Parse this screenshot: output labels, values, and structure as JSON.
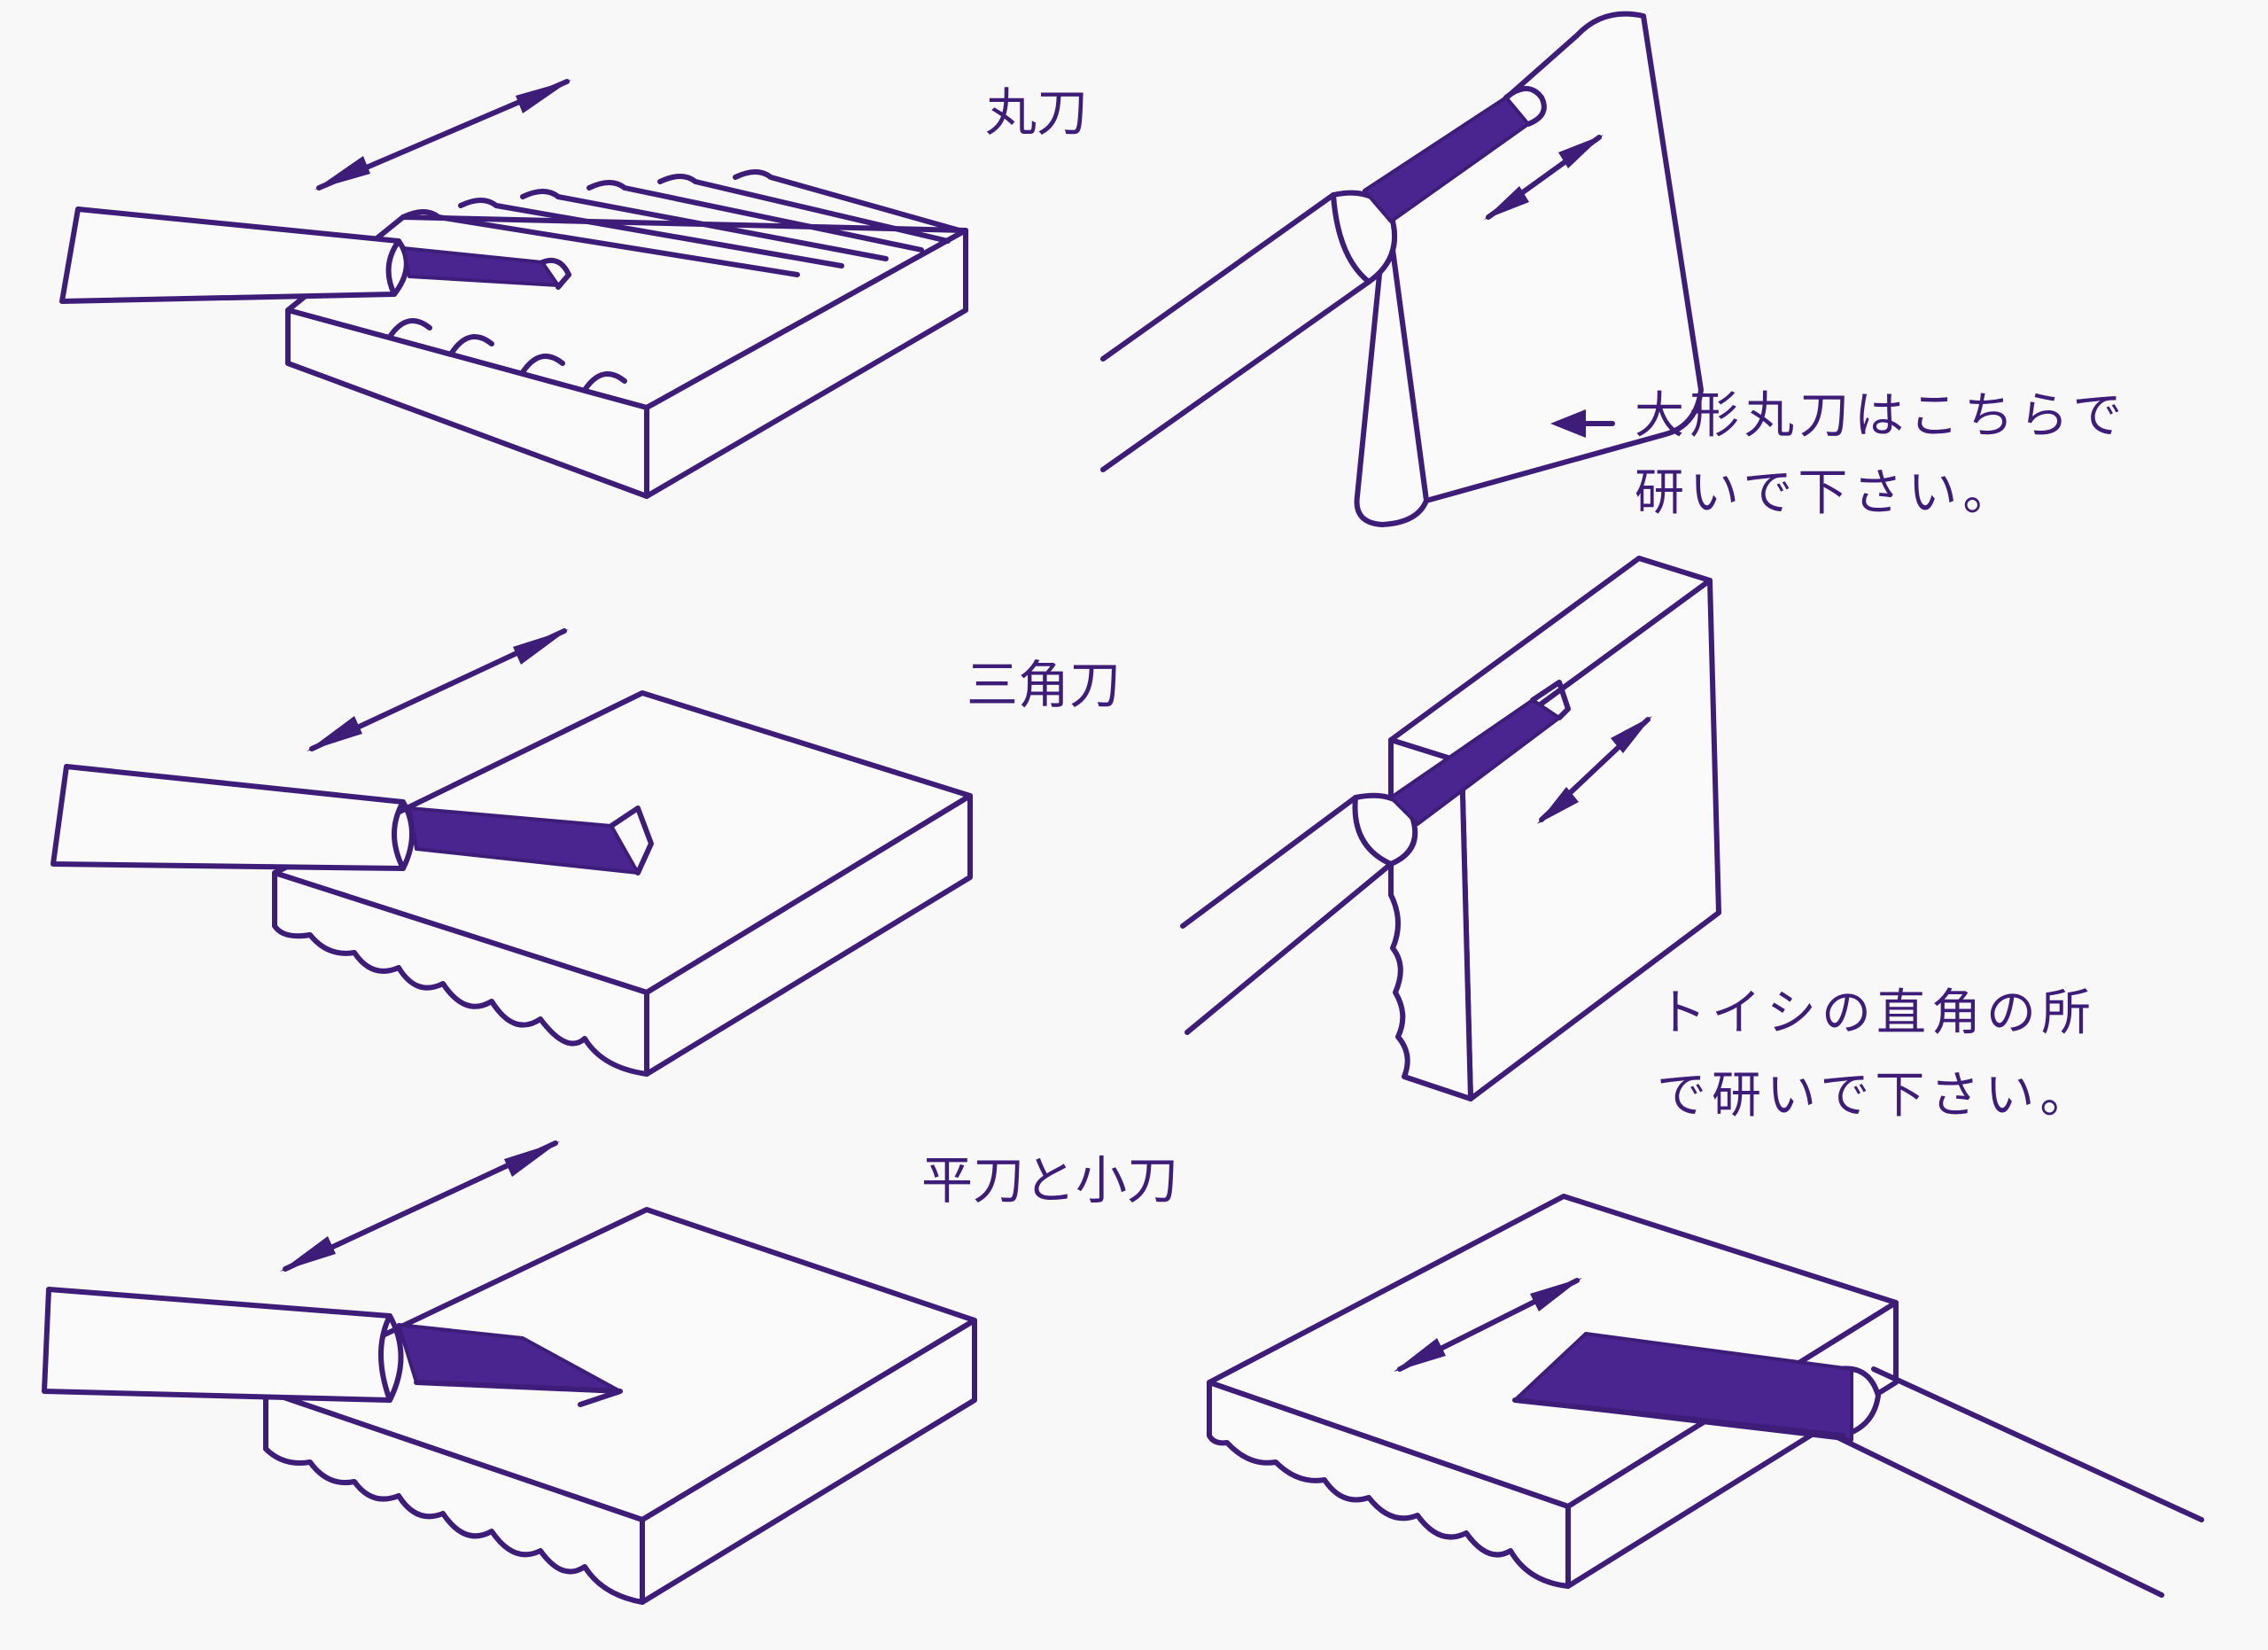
{
  "colors": {
    "ink": "#3d1d77",
    "paper": "#f9f8f8"
  },
  "labels": {
    "round_chisel": "丸刀",
    "v_chisel": "三角刀",
    "flat_chisel_and_knife": "平刀と小刀"
  },
  "notes": {
    "large_round": {
      "line1": "大形丸刀はこちらで",
      "line2": "研いで下さい。"
    },
    "right_angle": {
      "line1": "トイシの直角の所",
      "line2": "で研いで下さい。"
    }
  }
}
